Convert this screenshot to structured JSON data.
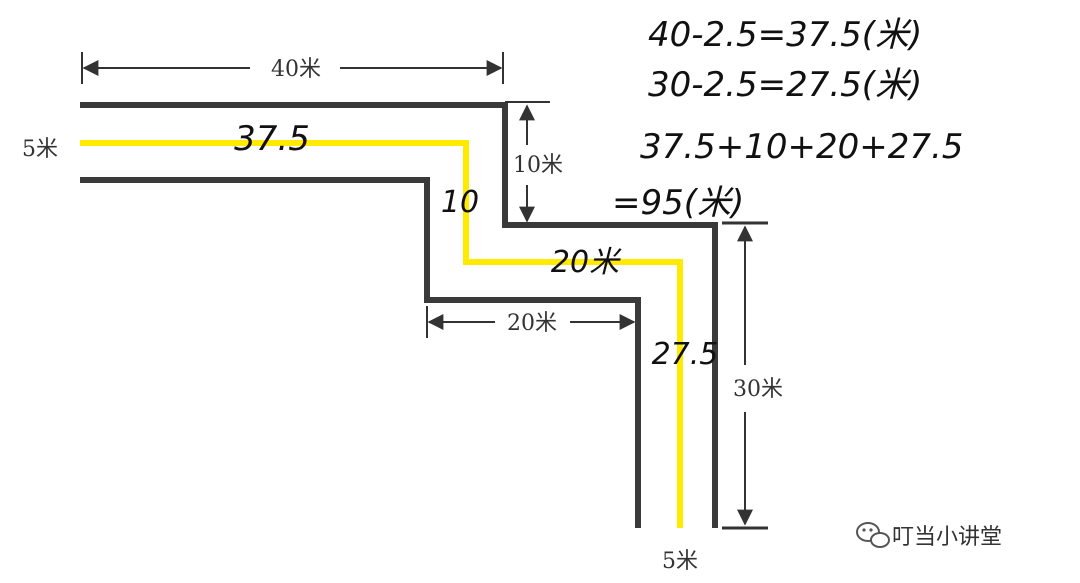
{
  "dimensions": {
    "top_width": "40米",
    "left_width": "5米",
    "step_height": "10米",
    "middle_width": "20米",
    "right_height": "30米",
    "bottom_width": "5米"
  },
  "handwritten": {
    "seg1": "37.5",
    "seg2": "10",
    "seg3": "20米",
    "seg4": "27.5",
    "line1": "40-2.5=37.5(米)",
    "line2": "30-2.5=27.5(米)",
    "line3": "37.5+10+20+27.5",
    "line4": "=95(米)"
  },
  "watermark": {
    "text": "叮当小讲堂",
    "icon": "wechat-icon"
  },
  "colors": {
    "road_edge": "#3a3a3a",
    "centerline": "#ffea00",
    "dimension": "#333333"
  }
}
